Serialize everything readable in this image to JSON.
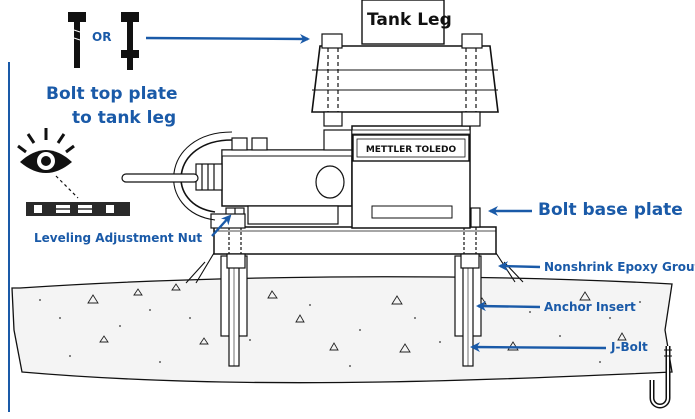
{
  "diagram": {
    "tank_leg_label": "Tank Leg",
    "or_label": "OR",
    "bolt_top_plate_line1": "Bolt top plate",
    "bolt_top_plate_line2": "to tank leg",
    "bolt_base_plate_label": "Bolt base plate",
    "leveling_nut_label": "Leveling Adjustment Nut",
    "grout_label": "Nonshrink Epoxy Grout",
    "anchor_insert_label": "Anchor Insert",
    "jbolt_label": "J-Bolt",
    "brand_label": "METTLER TOLEDO"
  },
  "colors": {
    "accent": "#1a5aa8",
    "outline": "#111111",
    "concrete": "#f4f4f4"
  },
  "icons": [
    "bolt-icon",
    "eye-icon",
    "level-gauge-icon",
    "j-bolt-icon"
  ]
}
